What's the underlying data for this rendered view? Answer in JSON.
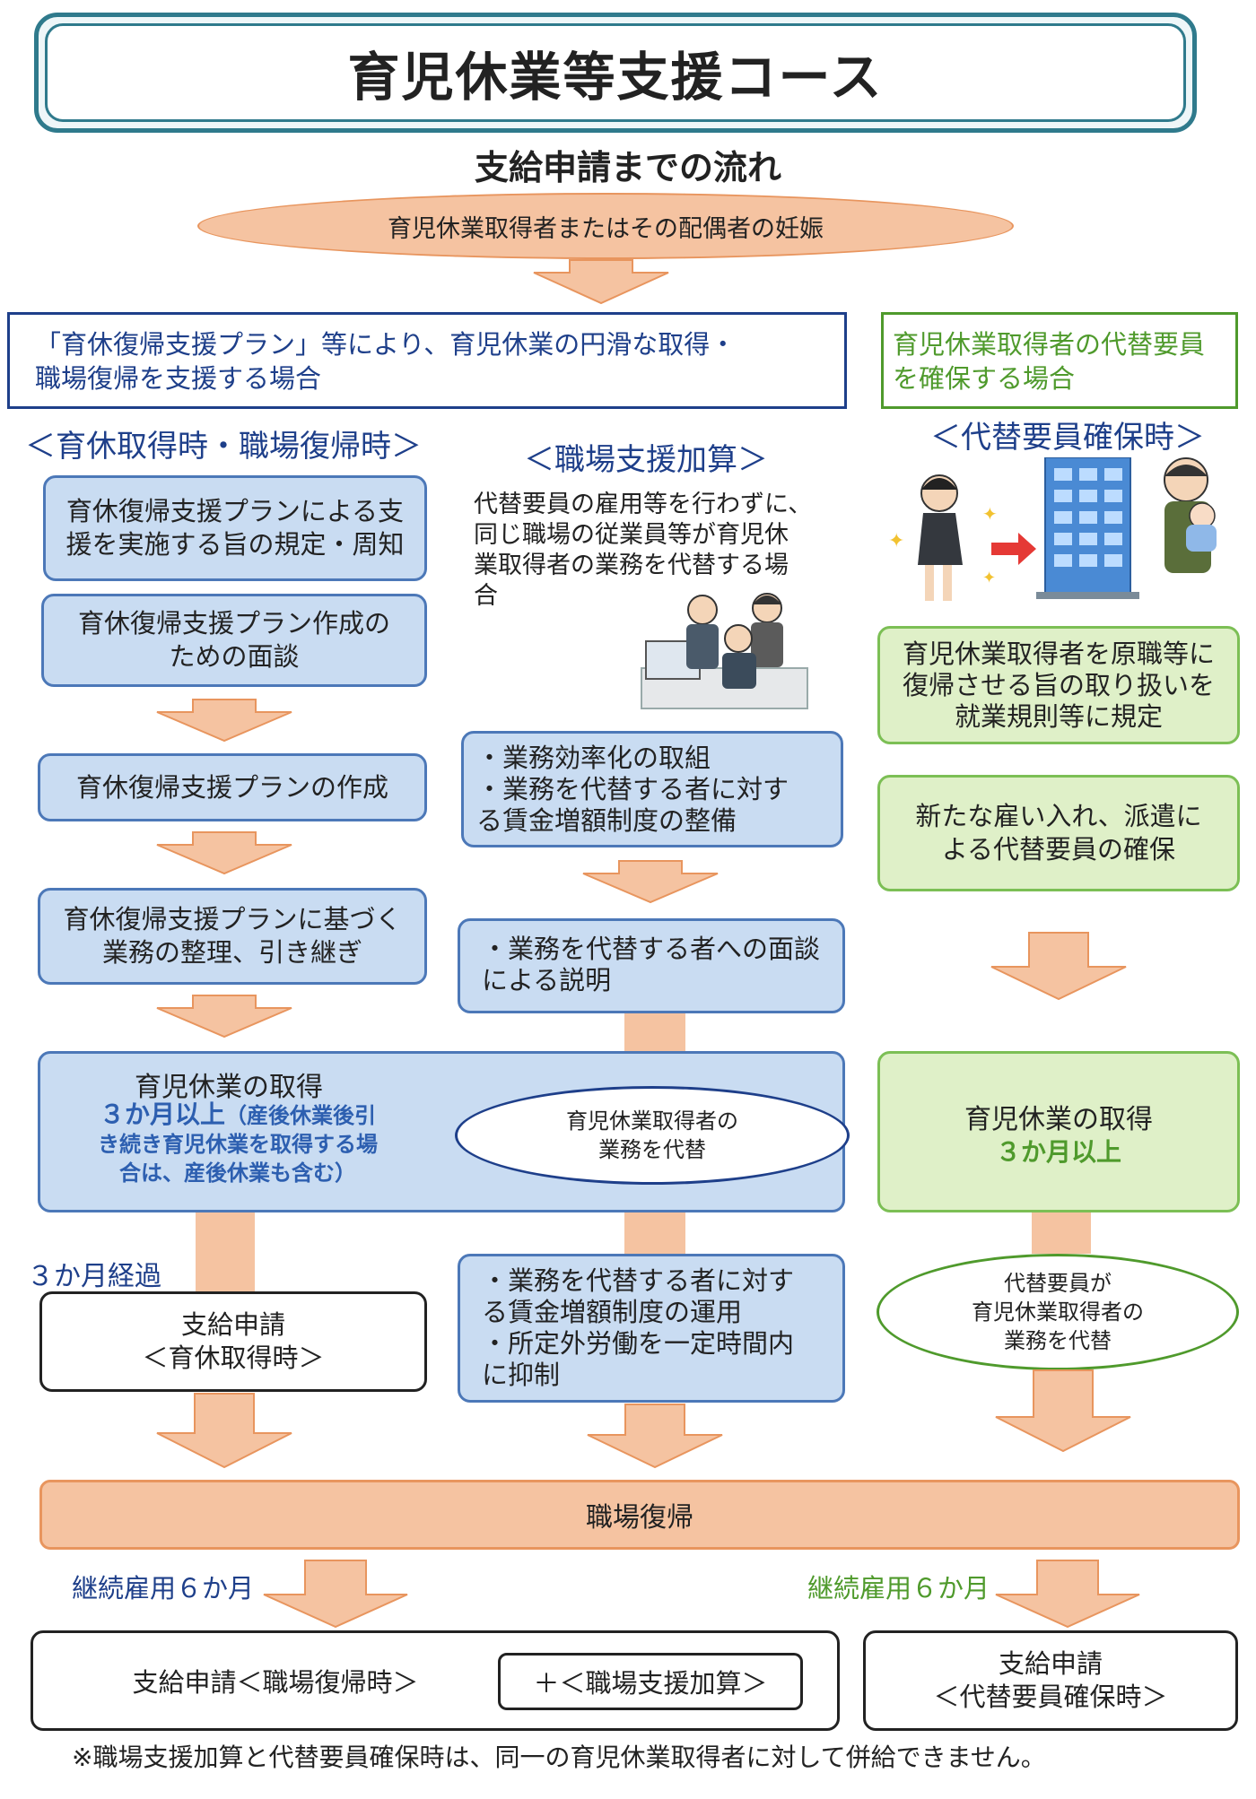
{
  "title": "育児休業等支援コース",
  "subtitle": "支給申請までの流れ",
  "start_label": "育児休業取得者またはその配偶者の妊娠",
  "left_header": "「育休復帰支援プラン」等により、育児休業の円滑な取得・\n職場復帰を支援する場合",
  "right_header": "育児休業取得者の代替要員\nを確保する場合",
  "col1": {
    "heading": "＜育休取得時・職場復帰時＞",
    "box1": "育休復帰支援プランによる支\n援を実施する旨の規定・周知",
    "box2": "育休復帰支援プラン作成の\nための面談",
    "box3": "育休復帰支援プランの作成",
    "box4": "育休復帰支援プランに基づく\n業務の整理、引き継ぎ",
    "elapsed": "３か月経過",
    "apply_box": "支給申請\n＜育休取得時＞"
  },
  "col2": {
    "heading": "＜職場支援加算＞",
    "desc": "代替要員の雇用等を行わずに、\n同じ職場の従業員等が育児休\n業取得者の業務を代替する場\n合",
    "box1": "・業務効率化の取組\n・業務を代替する者に対す\nる賃金増額制度の整備",
    "box2": "・業務を代替する者への面談\nによる説明",
    "oval": "育児休業取得者の\n業務を代替",
    "box3": "・業務を代替する者に対す\nる賃金増額制度の運用\n・所定外労働を一定時間内\nに抑制"
  },
  "leave_box": {
    "title": "育児休業の取得",
    "detail_bold": "３か月以上",
    "detail_rest": "（産後休業後引\nき続き育児休業を取得する場\n合は、産後休業も含む）"
  },
  "col3": {
    "heading": "＜代替要員確保時＞",
    "box1": "育児休業取得者を原職等に\n復帰させる旨の取り扱いを\n就業規則等に規定",
    "box2": "新たな雇い入れ、派遣に\nよる代替要員の確保",
    "leave_title": "育児休業の取得",
    "leave_detail": "３か月以上",
    "oval": "代替要員が\n育児休業取得者の\n業務を代替"
  },
  "return_bar": "職場復帰",
  "left_continued": "継続雇用６か月",
  "right_continued": "継続雇用６か月",
  "final_left": "支給申請＜職場復帰時＞",
  "final_plus": "＋＜職場支援加算＞",
  "final_right": "支給申請\n＜代替要員確保時＞",
  "footnote": "※職場支援加算と代替要員確保時は、同一の育児休業取得者に対して併給できません。",
  "colors": {
    "orange": "#f5c3a1",
    "orange_border": "#e8955e",
    "blue_fill": "#c9dcf2",
    "blue_border": "#4c78b8",
    "green_fill": "#dff0c8",
    "green_border": "#7cbf55",
    "navy_text": "#1e3f8a",
    "green_text": "#4f9a2c",
    "title_border": "#2f7a8c"
  },
  "icons": [
    "woman-to-office-illustration",
    "father-with-baby-illustration",
    "office-meeting-illustration"
  ]
}
